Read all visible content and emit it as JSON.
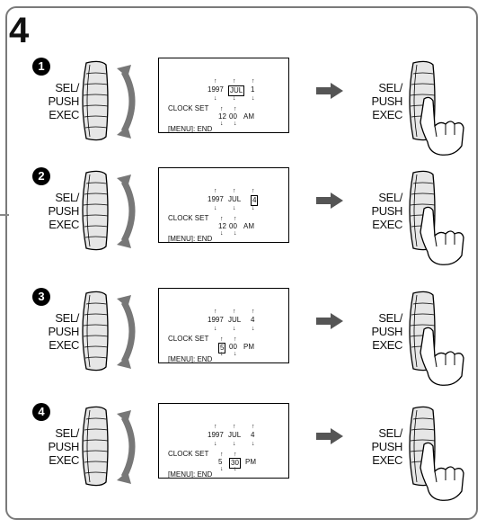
{
  "step_number": "4",
  "button_label": "SEL/\nPUSH EXEC",
  "clock_label": "CLOCK SET",
  "menu_label": "[MENU]: END",
  "steps": [
    {
      "badge": "1",
      "year": "1997",
      "month": "JUL",
      "day": "1",
      "hour": "12",
      "minute": "00",
      "ampm": "AM",
      "highlight": "month"
    },
    {
      "badge": "2",
      "year": "1997",
      "month": "JUL",
      "day": "4",
      "hour": "12",
      "minute": "00",
      "ampm": "AM",
      "highlight": "day"
    },
    {
      "badge": "3",
      "year": "1997",
      "month": "JUL",
      "day": "4",
      "hour": "5",
      "minute": "00",
      "ampm": "PM",
      "highlight": "hour"
    },
    {
      "badge": "4",
      "year": "1997",
      "month": "JUL",
      "day": "4",
      "hour": "5",
      "minute": "30",
      "ampm": "PM",
      "highlight": "minute"
    }
  ]
}
